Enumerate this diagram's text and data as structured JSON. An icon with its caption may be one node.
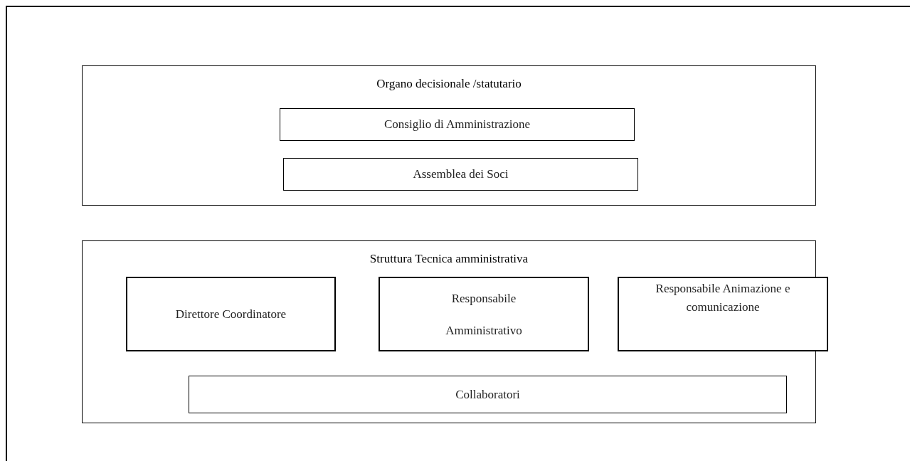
{
  "diagram": {
    "nodes": [
      {
        "text": [
          "Organo decisionale /statutario"
        ]
      },
      {
        "text": [
          "Consiglio di Amministrazione"
        ],
        "in": 0
      },
      {
        "text": [
          "Assemblea dei Soci"
        ],
        "in": 0
      },
      {
        "text": [
          "Struttura Tecnica amministrativa"
        ]
      },
      {
        "text": [
          "Direttore Coordinatore"
        ],
        "in": 3
      },
      {
        "text": [
          "Responsabile Amministrativo"
        ],
        "in": 3
      },
      {
        "text": [
          "Responsabile Animazione e comunicazione"
        ]
      },
      {
        "text": [
          "Collaboratori"
        ],
        "in": 3
      }
    ]
  }
}
